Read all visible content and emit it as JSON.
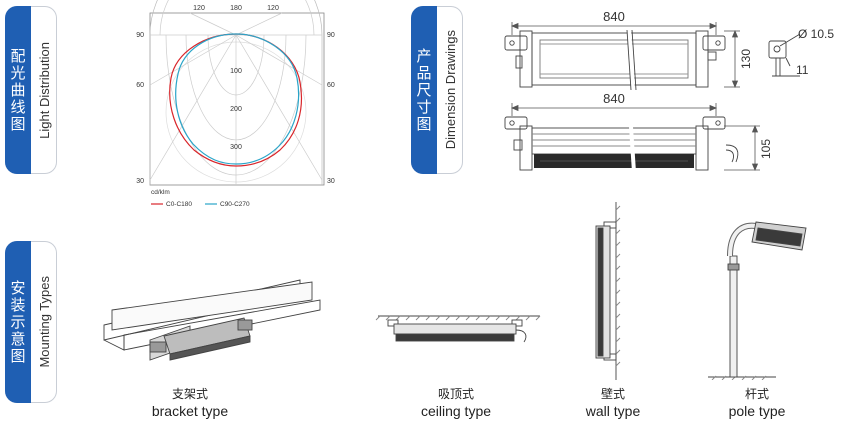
{
  "tabs": {
    "light": {
      "zh": "配光曲线图",
      "en": "Light Distribution"
    },
    "dimension": {
      "zh": "产品尺寸图",
      "en": "Dimension Drawings"
    },
    "mounting": {
      "zh": "安装示意图",
      "en": "Mounting Types"
    }
  },
  "polar": {
    "top_labels": [
      "120",
      "180",
      "120"
    ],
    "left_labels": [
      "90",
      "60",
      "30"
    ],
    "right_labels": [
      "90",
      "60",
      "30"
    ],
    "radial_labels": [
      "100",
      "200",
      "300"
    ],
    "unit": "cd/klm",
    "legend": [
      {
        "name": "C0-C180",
        "color": "#d9262b"
      },
      {
        "name": "C90-C270",
        "color": "#2aa5c9"
      }
    ]
  },
  "dimensions": {
    "top_width": "840",
    "top_height": "130",
    "side_width": "840",
    "side_height": "105",
    "hole_diameter": "Ø 10.5",
    "hole_offset": "11"
  },
  "mounting": [
    {
      "zh": "支架式",
      "en": "bracket type"
    },
    {
      "zh": "吸顶式",
      "en": "ceiling type"
    },
    {
      "zh": "壁式",
      "en": "wall type"
    },
    {
      "zh": "杆式",
      "en": "pole type"
    }
  ]
}
